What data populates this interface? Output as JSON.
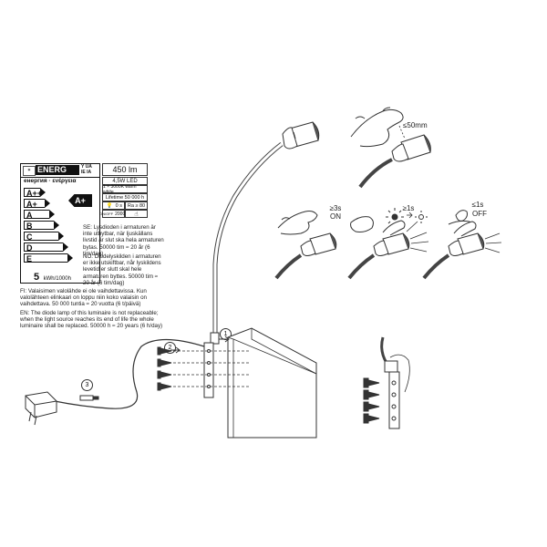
{
  "energy_label": {
    "header": "ENERG",
    "header_suffix_1": "Y UA",
    "header_suffix_2": "IE IA",
    "subheader": "енергия · ενέργεια",
    "classes": [
      "A++",
      "A+",
      "A",
      "B",
      "C",
      "D",
      "E"
    ],
    "selected_class": "A+",
    "consumption_value": "5",
    "consumption_unit": "kWh/1000h"
  },
  "specs": {
    "lumens": "450 lm",
    "power": "4,5W  LED",
    "color_temp": "1 × 3000K warm white",
    "lifetime": "Lifetime  50 000 h",
    "warmup": "0 s",
    "cycles": "20000",
    "cri": "Ra ≥ 80"
  },
  "notes": {
    "se": "SE: Lysdioden i armaturen är inte utbytbar, när ljuskällans livstid är slut ska hela armaturen bytas. 50000 tim ≈ 20 år (6 tim/dag)",
    "no": "NO: Diodelyskilden i armaturen er ikke utskiftbar, når lyskildens levetid er slutt skal hele armaturen byttes. 50000 tim ≈ 20 år (6 tim/dag)",
    "fi": "FI: Valaisimen valolähde ei ole vaihdettavissa. Kun valolähteen elinkaari on loppu niin koko valaisin on vaihdettava. 50 000 tuntia ≈ 20 vuotta (6 t/päivä)",
    "en": "EN: The diode lamp of this luminaire is not replaceable; when the light source reaches its end of life the whole luminaire shall be replaced. 50000 h ≈ 20 years (6 h/day)"
  },
  "touch_instructions": {
    "distance": "≤50mm",
    "on_time": "≥3s",
    "on_label": "ON",
    "dim_time": "≥1s",
    "off_time": "≤1s",
    "off_label": "OFF"
  },
  "steps": [
    "1",
    "2",
    "3"
  ]
}
